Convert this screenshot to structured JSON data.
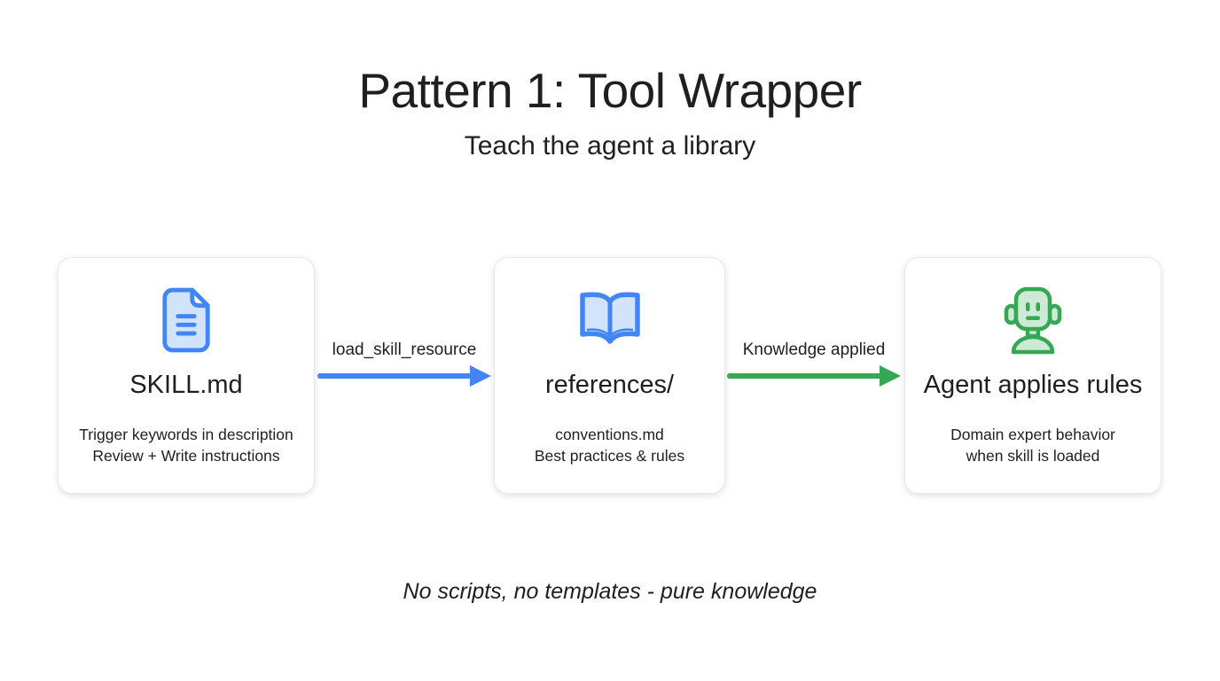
{
  "header": {
    "title": "Pattern 1: Tool Wrapper",
    "subtitle": "Teach the agent a library"
  },
  "diagram": {
    "nodes": [
      {
        "icon": "document-icon",
        "title": "SKILL.md",
        "lines": [
          "Trigger keywords in description",
          "Review + Write instructions"
        ]
      },
      {
        "icon": "open-book-icon",
        "title": "references/",
        "lines": [
          "conventions.md",
          "Best practices & rules"
        ]
      },
      {
        "icon": "robot-icon",
        "title": "Agent applies rules",
        "lines": [
          "Domain expert behavior",
          "when skill is loaded"
        ]
      }
    ],
    "arrows": [
      {
        "label": "load_skill_resource",
        "color": "#4285f4"
      },
      {
        "label": "Knowledge applied",
        "color": "#34a853"
      }
    ]
  },
  "footer": {
    "note": "No scripts, no templates - pure knowledge"
  },
  "colors": {
    "blue": "#4285f4",
    "blue_fill": "#d2e3fc",
    "green": "#34a853",
    "green_fill": "#ceead6",
    "text": "#1f1f1f",
    "card_background": "#ffffff"
  }
}
